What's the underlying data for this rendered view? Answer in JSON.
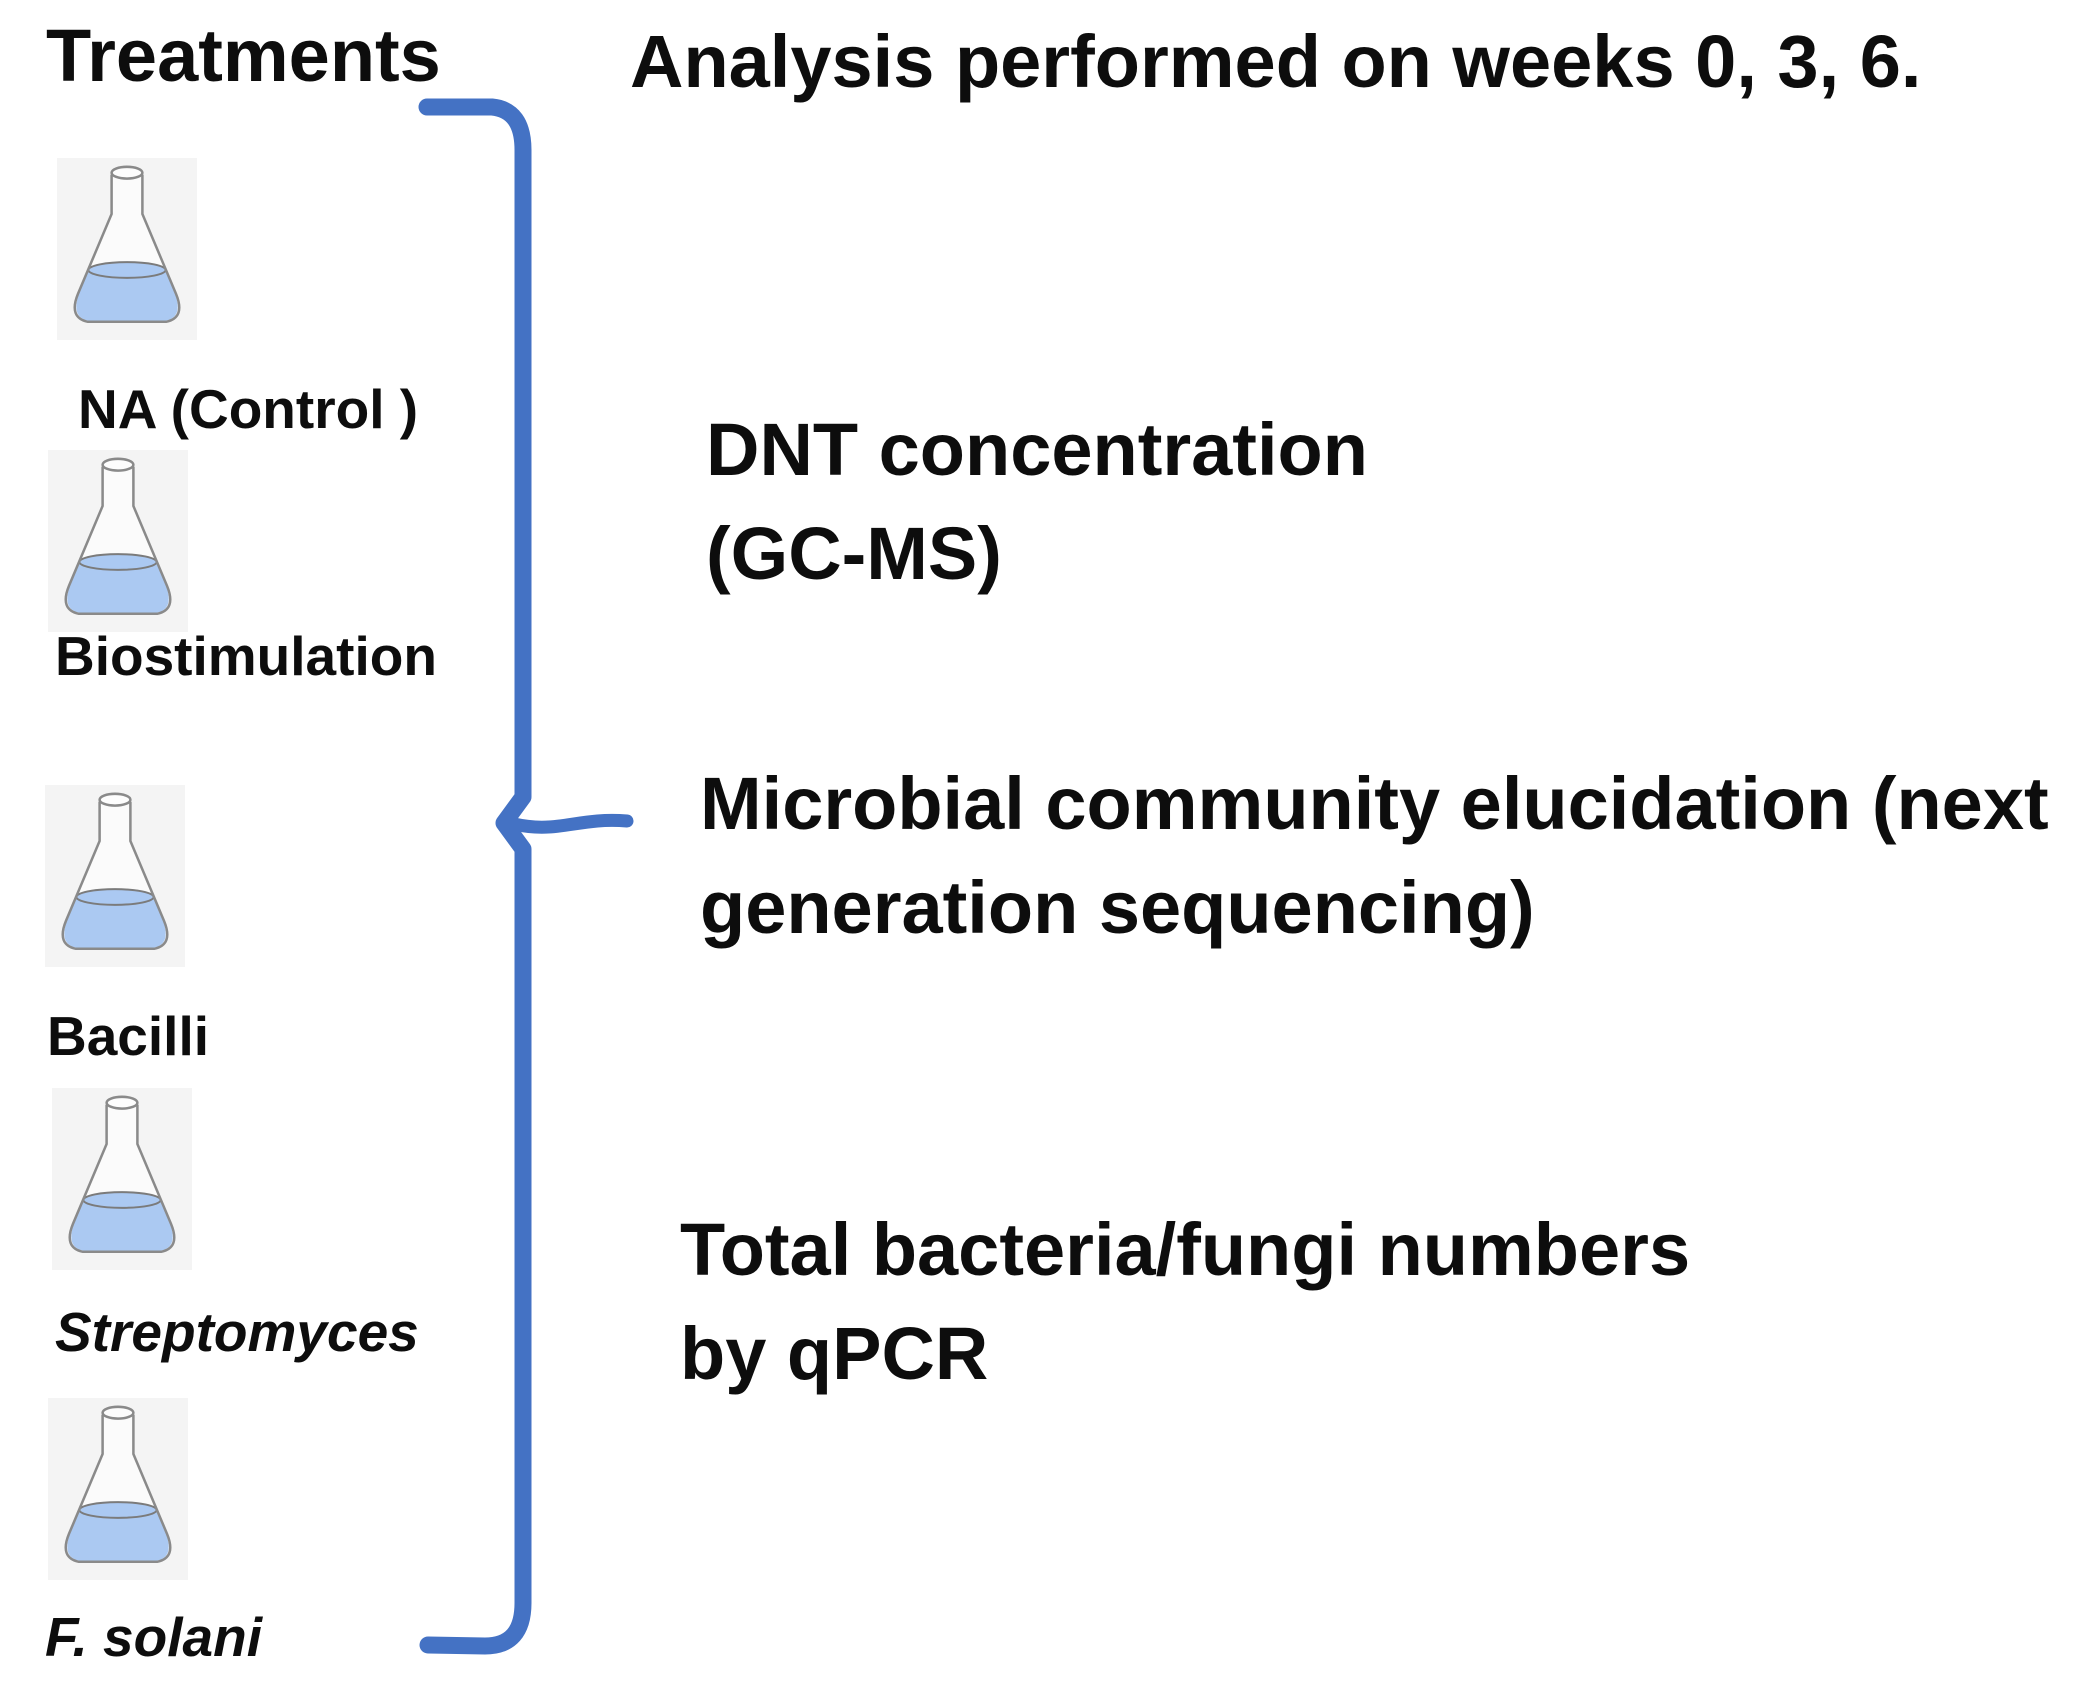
{
  "headers": {
    "treatments": "Treatments",
    "analysis": "Analysis performed on weeks 0, 3, 6."
  },
  "treatments": [
    {
      "label": "NA (Control )",
      "icon": "erlenmeyer-flask-icon"
    },
    {
      "label": "Biostimulation",
      "icon": "erlenmeyer-flask-icon"
    },
    {
      "label": "Bacilli",
      "icon": "erlenmeyer-flask-icon"
    },
    {
      "label": "Streptomyces",
      "icon": "erlenmeyer-flask-icon"
    },
    {
      "label": "F. solani",
      "icon": "erlenmeyer-flask-icon"
    }
  ],
  "analyses": [
    {
      "line1": "DNT concentration",
      "line2": "(GC-MS)"
    },
    {
      "line1": "Microbial community elucidation (next",
      "line2": "generation sequencing)"
    },
    {
      "line1": "Total bacteria/fungi numbers",
      "line2": "by qPCR"
    }
  ],
  "colors": {
    "brace": "#4472c4",
    "flask_liquid": "#abc9f2",
    "flask_liquid_edge": "#7b7b7b",
    "flask_outline": "#8a8a8a",
    "flask_bg": "#f4f4f4",
    "text": "#0d0d0d"
  }
}
